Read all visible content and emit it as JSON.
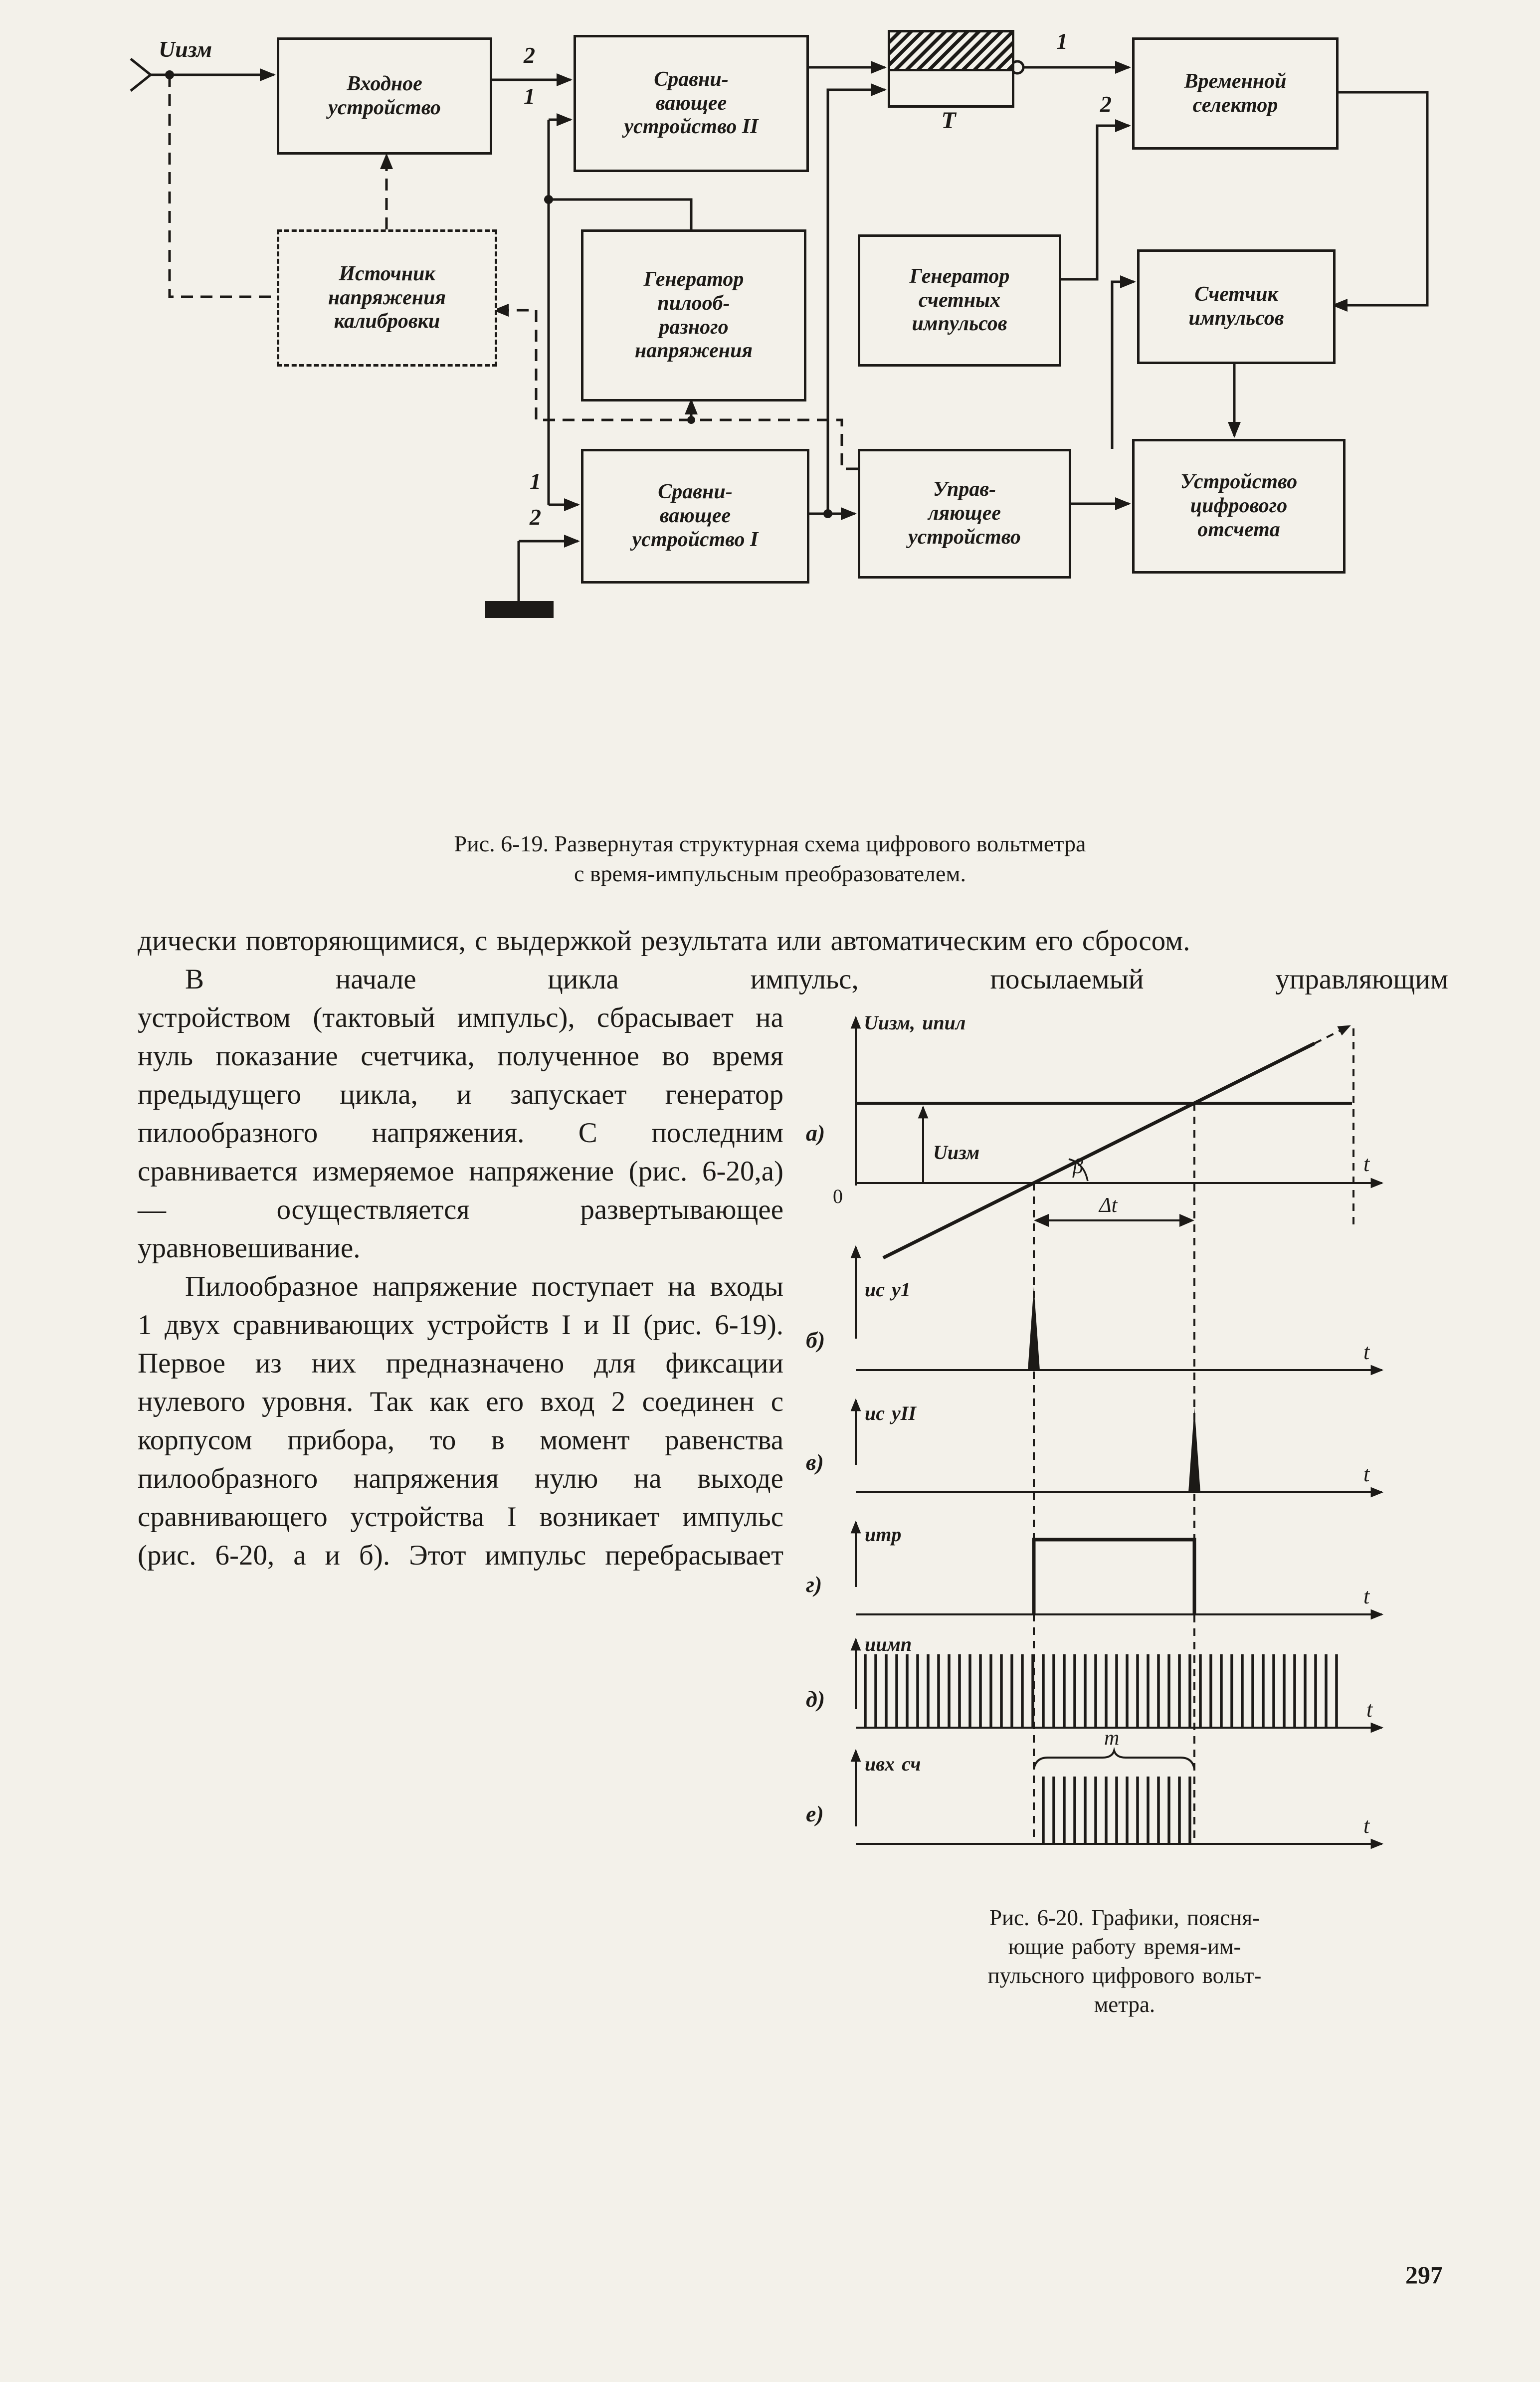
{
  "page": {
    "number": "297"
  },
  "fig619": {
    "caption": "Рис. 6-19. Развернутая структурная схема цифрового вольтметра\nс время-импульсным преобразователем.",
    "input_signal": "Uизм",
    "trigger_label": "Т",
    "blocks": {
      "input_device": "Входное\nустройство",
      "comparator2": "Сравни-\nвающее\nустройство II",
      "time_selector": "Временной\nселектор",
      "calibration_source": "Источник\nнапряжения\nкалибровки",
      "sawtooth_generator": "Генератор\nпилооб-\nразного\nнапряжения",
      "counting_pulse_generator": "Генератор\nсчетных\nимпульсов",
      "pulse_counter": "Счетчик\nимпульсов",
      "comparator1": "Сравни-\nвающее\nустройство I",
      "control_device": "Управ-\nляющее\nустройство",
      "digital_readout": "Устройство\nцифрового\nотсчета"
    },
    "wires": {
      "comp2_in2": "2",
      "comp2_in1": "1",
      "sel_in1": "1",
      "sel_in2": "2",
      "comp1_in1": "1",
      "comp1_in2": "2"
    }
  },
  "fig620": {
    "caption": "Рис. 6-20. Графики, поясня-\nющие работу время-им-\nпульсного цифрового вольт-\nметра.",
    "labels": {
      "axis_title": "Uизм, uпил",
      "row_a": "а)",
      "row_b": "б)",
      "row_v": "в)",
      "row_g": "г)",
      "row_d": "д)",
      "row_e": "е)",
      "sig_b": "uс у1",
      "sig_v": "uс уII",
      "sig_g": "uтр",
      "sig_d": "uимп",
      "sig_e": "uвх сч",
      "u_level": "Uизм",
      "zero": "0",
      "beta": "β",
      "delta_t": "Δt",
      "m": "m",
      "t": "t"
    }
  },
  "body": {
    "p1": "дически повторяющимися, с выдержкой результата или автоматическим его сбросом.",
    "p2_full": "В начале цикла импульс, посылаемый управляющим",
    "p2_col": "устройством (тактовый импульс), сбрасывает на нуль показание счетчика, полученное во время предыдущего цикла, и запускает генератор пилообразного напряжения. С последним сравнивается измеряемое напряжение (рис. 6-20,а) — осуществляется развертывающее уравновешивание.",
    "p3_col": "Пилообразное напряжение поступает на входы 1 двух сравнивающих устройств I и II (рис. 6-19). Первое из них предназначено для фиксации нулевого уровня. Так как его вход 2 соединен с корпусом прибора, то в момент равенства пилообразного напряжения нулю на выходе сравнивающего устройства I возникает импульс (рис. 6-20, а и б). Этот импульс перебрасывает"
  }
}
